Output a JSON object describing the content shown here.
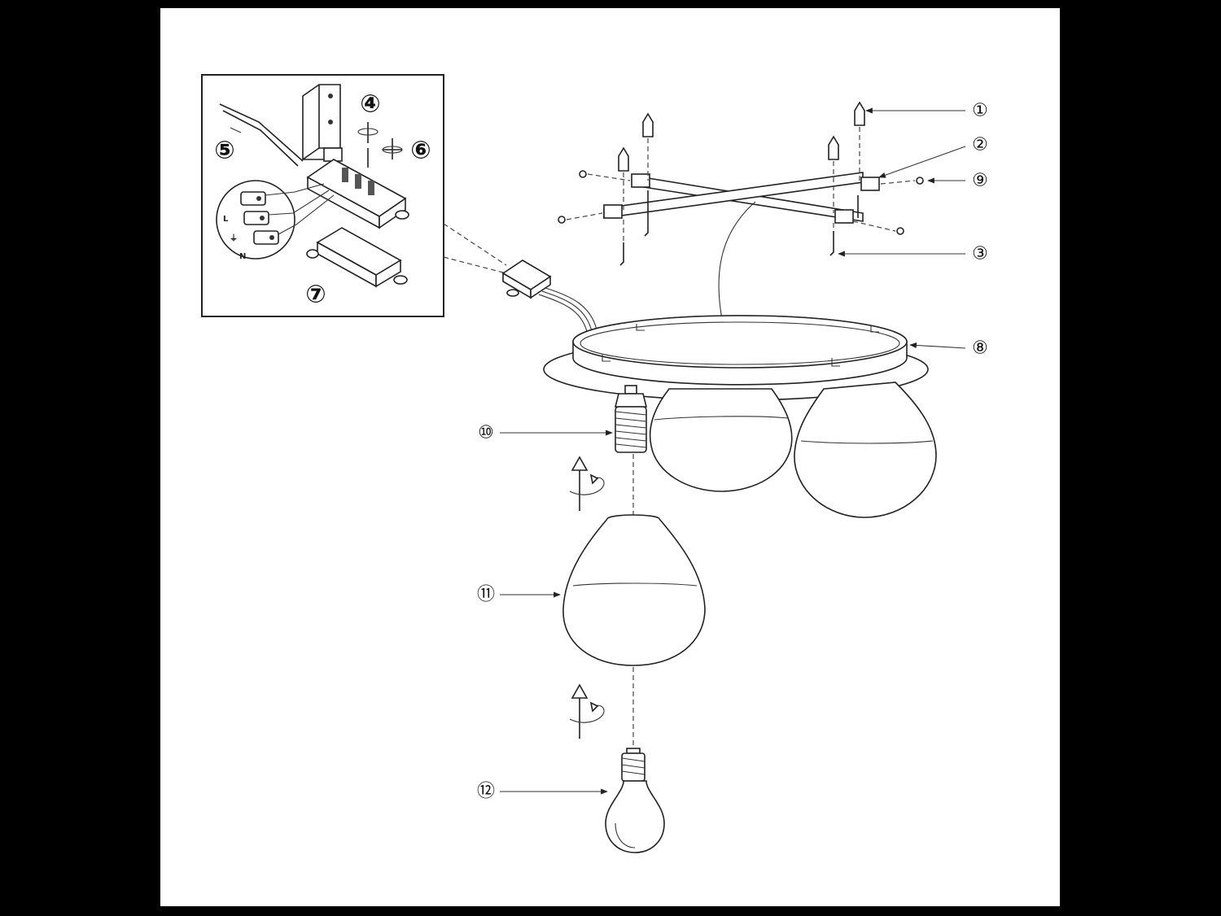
{
  "diagram": {
    "parts": [
      {
        "id": "1",
        "label": "①"
      },
      {
        "id": "2",
        "label": "②"
      },
      {
        "id": "3",
        "label": "③"
      },
      {
        "id": "8",
        "label": "⑧"
      },
      {
        "id": "9",
        "label": "⑨"
      },
      {
        "id": "10",
        "label": "⑩"
      },
      {
        "id": "11",
        "label": "⑪"
      },
      {
        "id": "12",
        "label": "⑫"
      }
    ],
    "inset": {
      "labels": [
        {
          "id": "4",
          "label": "④"
        },
        {
          "id": "5",
          "label": "⑤"
        },
        {
          "id": "6",
          "label": "⑥"
        },
        {
          "id": "7",
          "label": "⑦"
        }
      ],
      "terminals": [
        "L",
        "⏚",
        "N"
      ]
    }
  }
}
